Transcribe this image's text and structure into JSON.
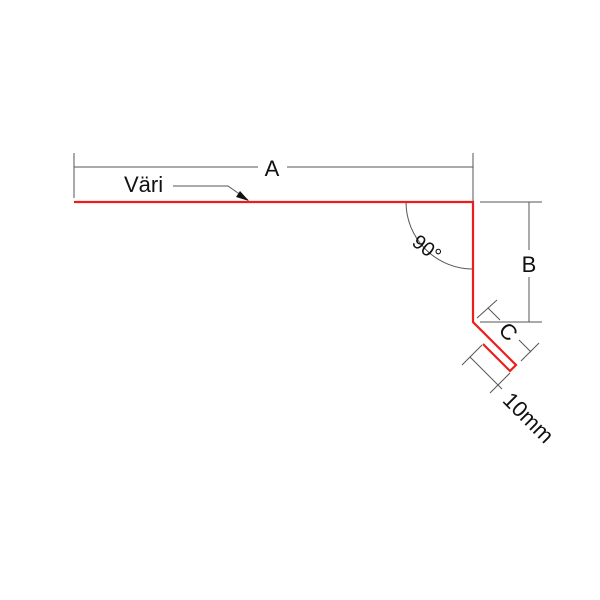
{
  "labels": {
    "a": "A",
    "b": "B",
    "c": "C",
    "color": "Väri",
    "angle": "90°",
    "hem": "10mm"
  },
  "colors": {
    "part": "#ee1c1c",
    "dimension": "#555555"
  }
}
